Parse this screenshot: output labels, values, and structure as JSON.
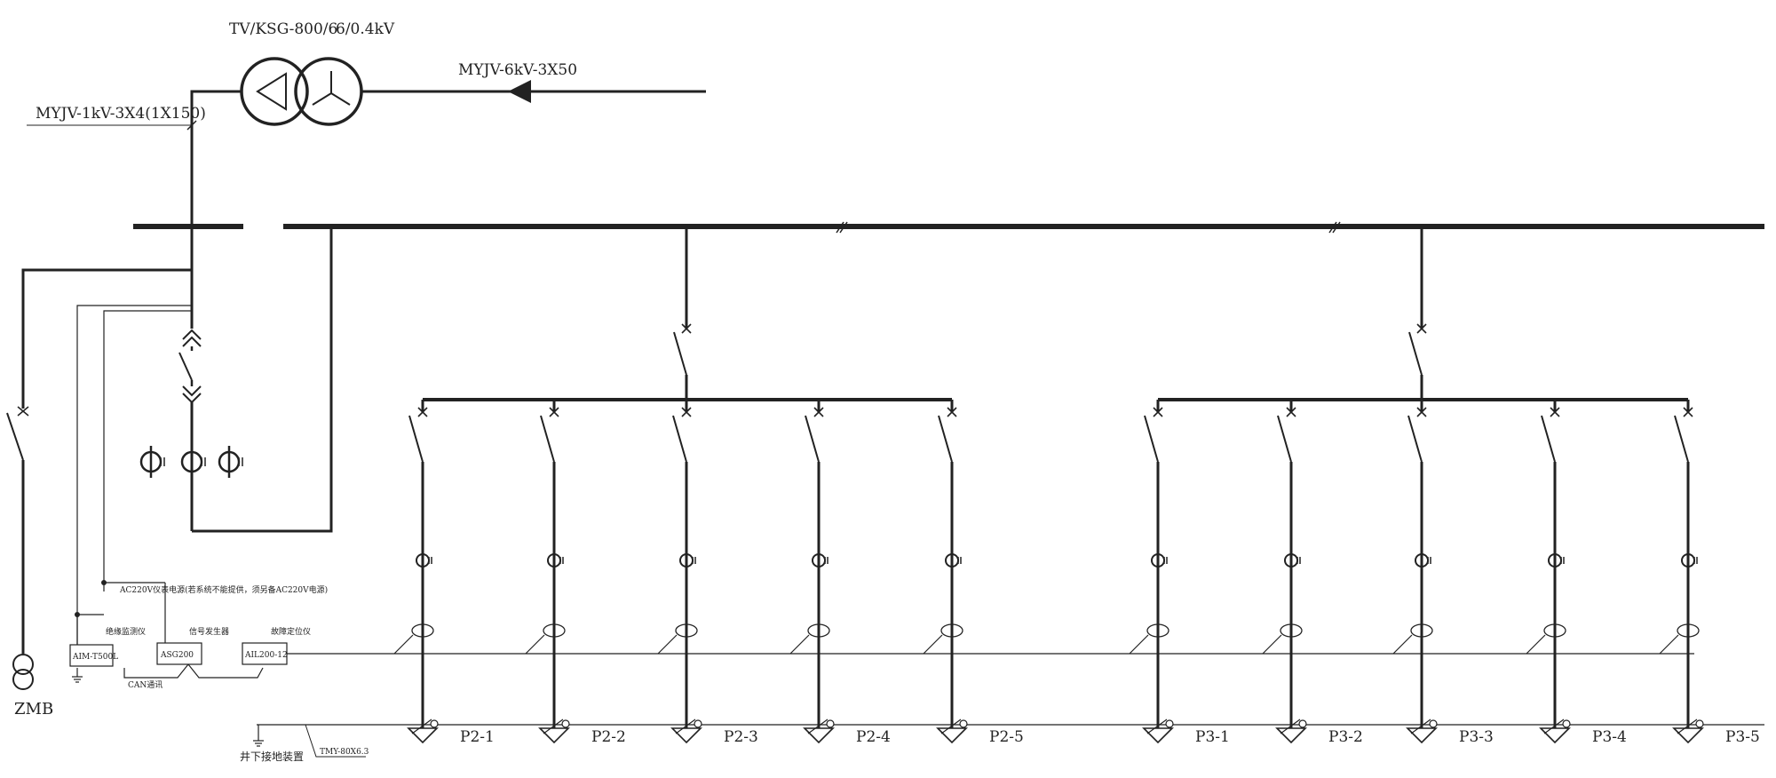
{
  "transformer": {
    "model": "TV/KSG-800/6",
    "voltage": "6/0.4kV"
  },
  "incoming_cable": "MYJV-6kV-3X50",
  "lv_cable": "MYJV-1kV-3X4(1X150)",
  "zmb_label": "ZMB",
  "ac220_note": "AC220V仪表电源(若系统不能提供，须另备AC220V电源)",
  "devices": [
    {
      "name": "AIM-T500L",
      "caption": "绝缘监测仪"
    },
    {
      "name": "ASG200",
      "caption": "信号发生器"
    },
    {
      "name": "AIL200-12",
      "caption": "故障定位仪"
    }
  ],
  "can_label": "CAN通讯",
  "ground_label": "井下接地装置",
  "grounding_bar": "TMY-80X6.3",
  "feeders_left": [
    "P2-1",
    "P2-2",
    "P2-3",
    "P2-4",
    "P2-5"
  ],
  "feeders_right": [
    "P3-1",
    "P3-2",
    "P3-3",
    "P3-4",
    "P3-5"
  ]
}
